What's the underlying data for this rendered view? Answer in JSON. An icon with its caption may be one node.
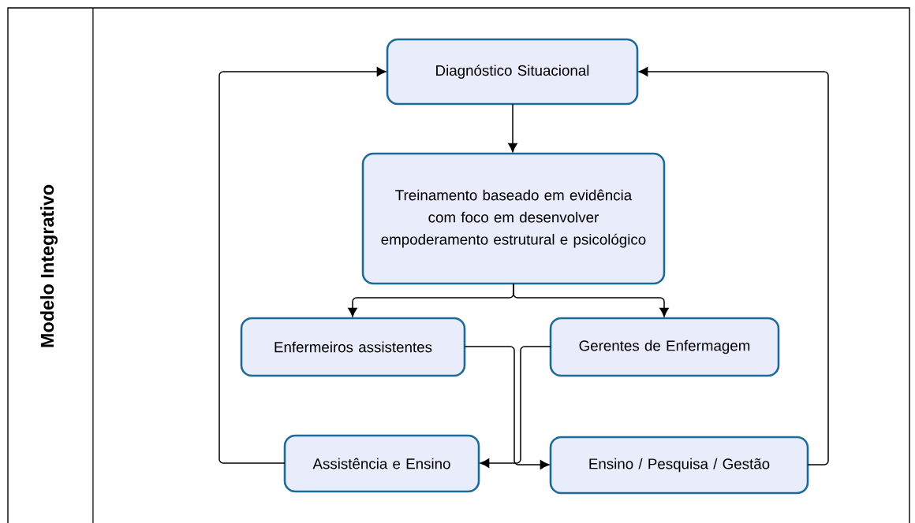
{
  "diagram": {
    "nodes": [
      {
        "text": [
          "Diagnóstico Situacional"
        ]
      },
      {
        "text": [
          "Treinamento baseado em evidência com foco em desenvolver empoderamento estrutural e psicológico"
        ]
      },
      {
        "text": [
          "Enfermeiros assistentes"
        ]
      },
      {
        "text": [
          "Gerentes de Enfermagem"
        ]
      },
      {
        "text": [
          "Assistência e Ensino"
        ]
      },
      {
        "text": [
          "Ensino / Pesquisa / Gestão"
        ]
      }
    ],
    "edges": [
      {
        "from": 0,
        "to": 1,
        "arrow": "to"
      },
      {
        "from": 1,
        "to": 2,
        "arrow": "to"
      },
      {
        "from": 1,
        "to": 3,
        "arrow": "to"
      },
      {
        "from": 2,
        "to": 5,
        "arrow": "to"
      },
      {
        "from": 3,
        "to": 4,
        "arrow": "to"
      },
      {
        "from": 4,
        "to": 0,
        "arrow": "to"
      },
      {
        "from": 5,
        "to": 0,
        "arrow": "to"
      }
    ],
    "labels": [
      "Modelo Integrativo"
    ]
  }
}
